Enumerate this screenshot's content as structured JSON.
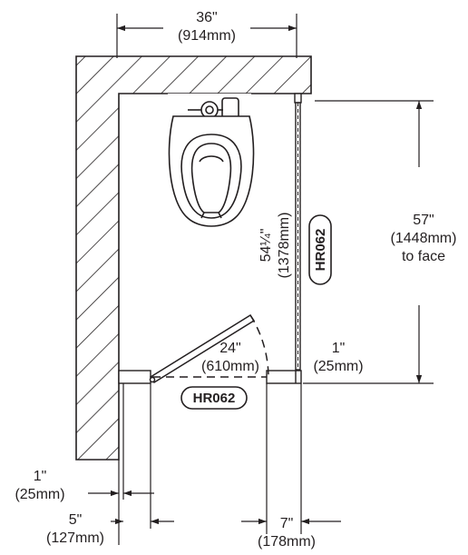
{
  "dims": {
    "width_in": "36\"",
    "width_mm": "(914mm)",
    "depth_in": "57\"",
    "depth_mm": "(1448mm)",
    "depth_note": "to face",
    "panel_in": "54¼\"",
    "panel_mm": "(1378mm)",
    "door_in": "24\"",
    "door_mm": "(610mm)",
    "pilaster_in": "1\"",
    "pilaster_mm": "(25mm)",
    "wall_gap_in": "1\"",
    "wall_gap_mm": "(25mm)",
    "stile_left_in": "5\"",
    "stile_left_mm": "(127mm)",
    "stile_right_in": "7\"",
    "stile_right_mm": "(178mm)"
  },
  "tags": {
    "side_panel": "HR062",
    "door": "HR062"
  },
  "colors": {
    "ink": "#231f20",
    "background": "#ffffff"
  }
}
